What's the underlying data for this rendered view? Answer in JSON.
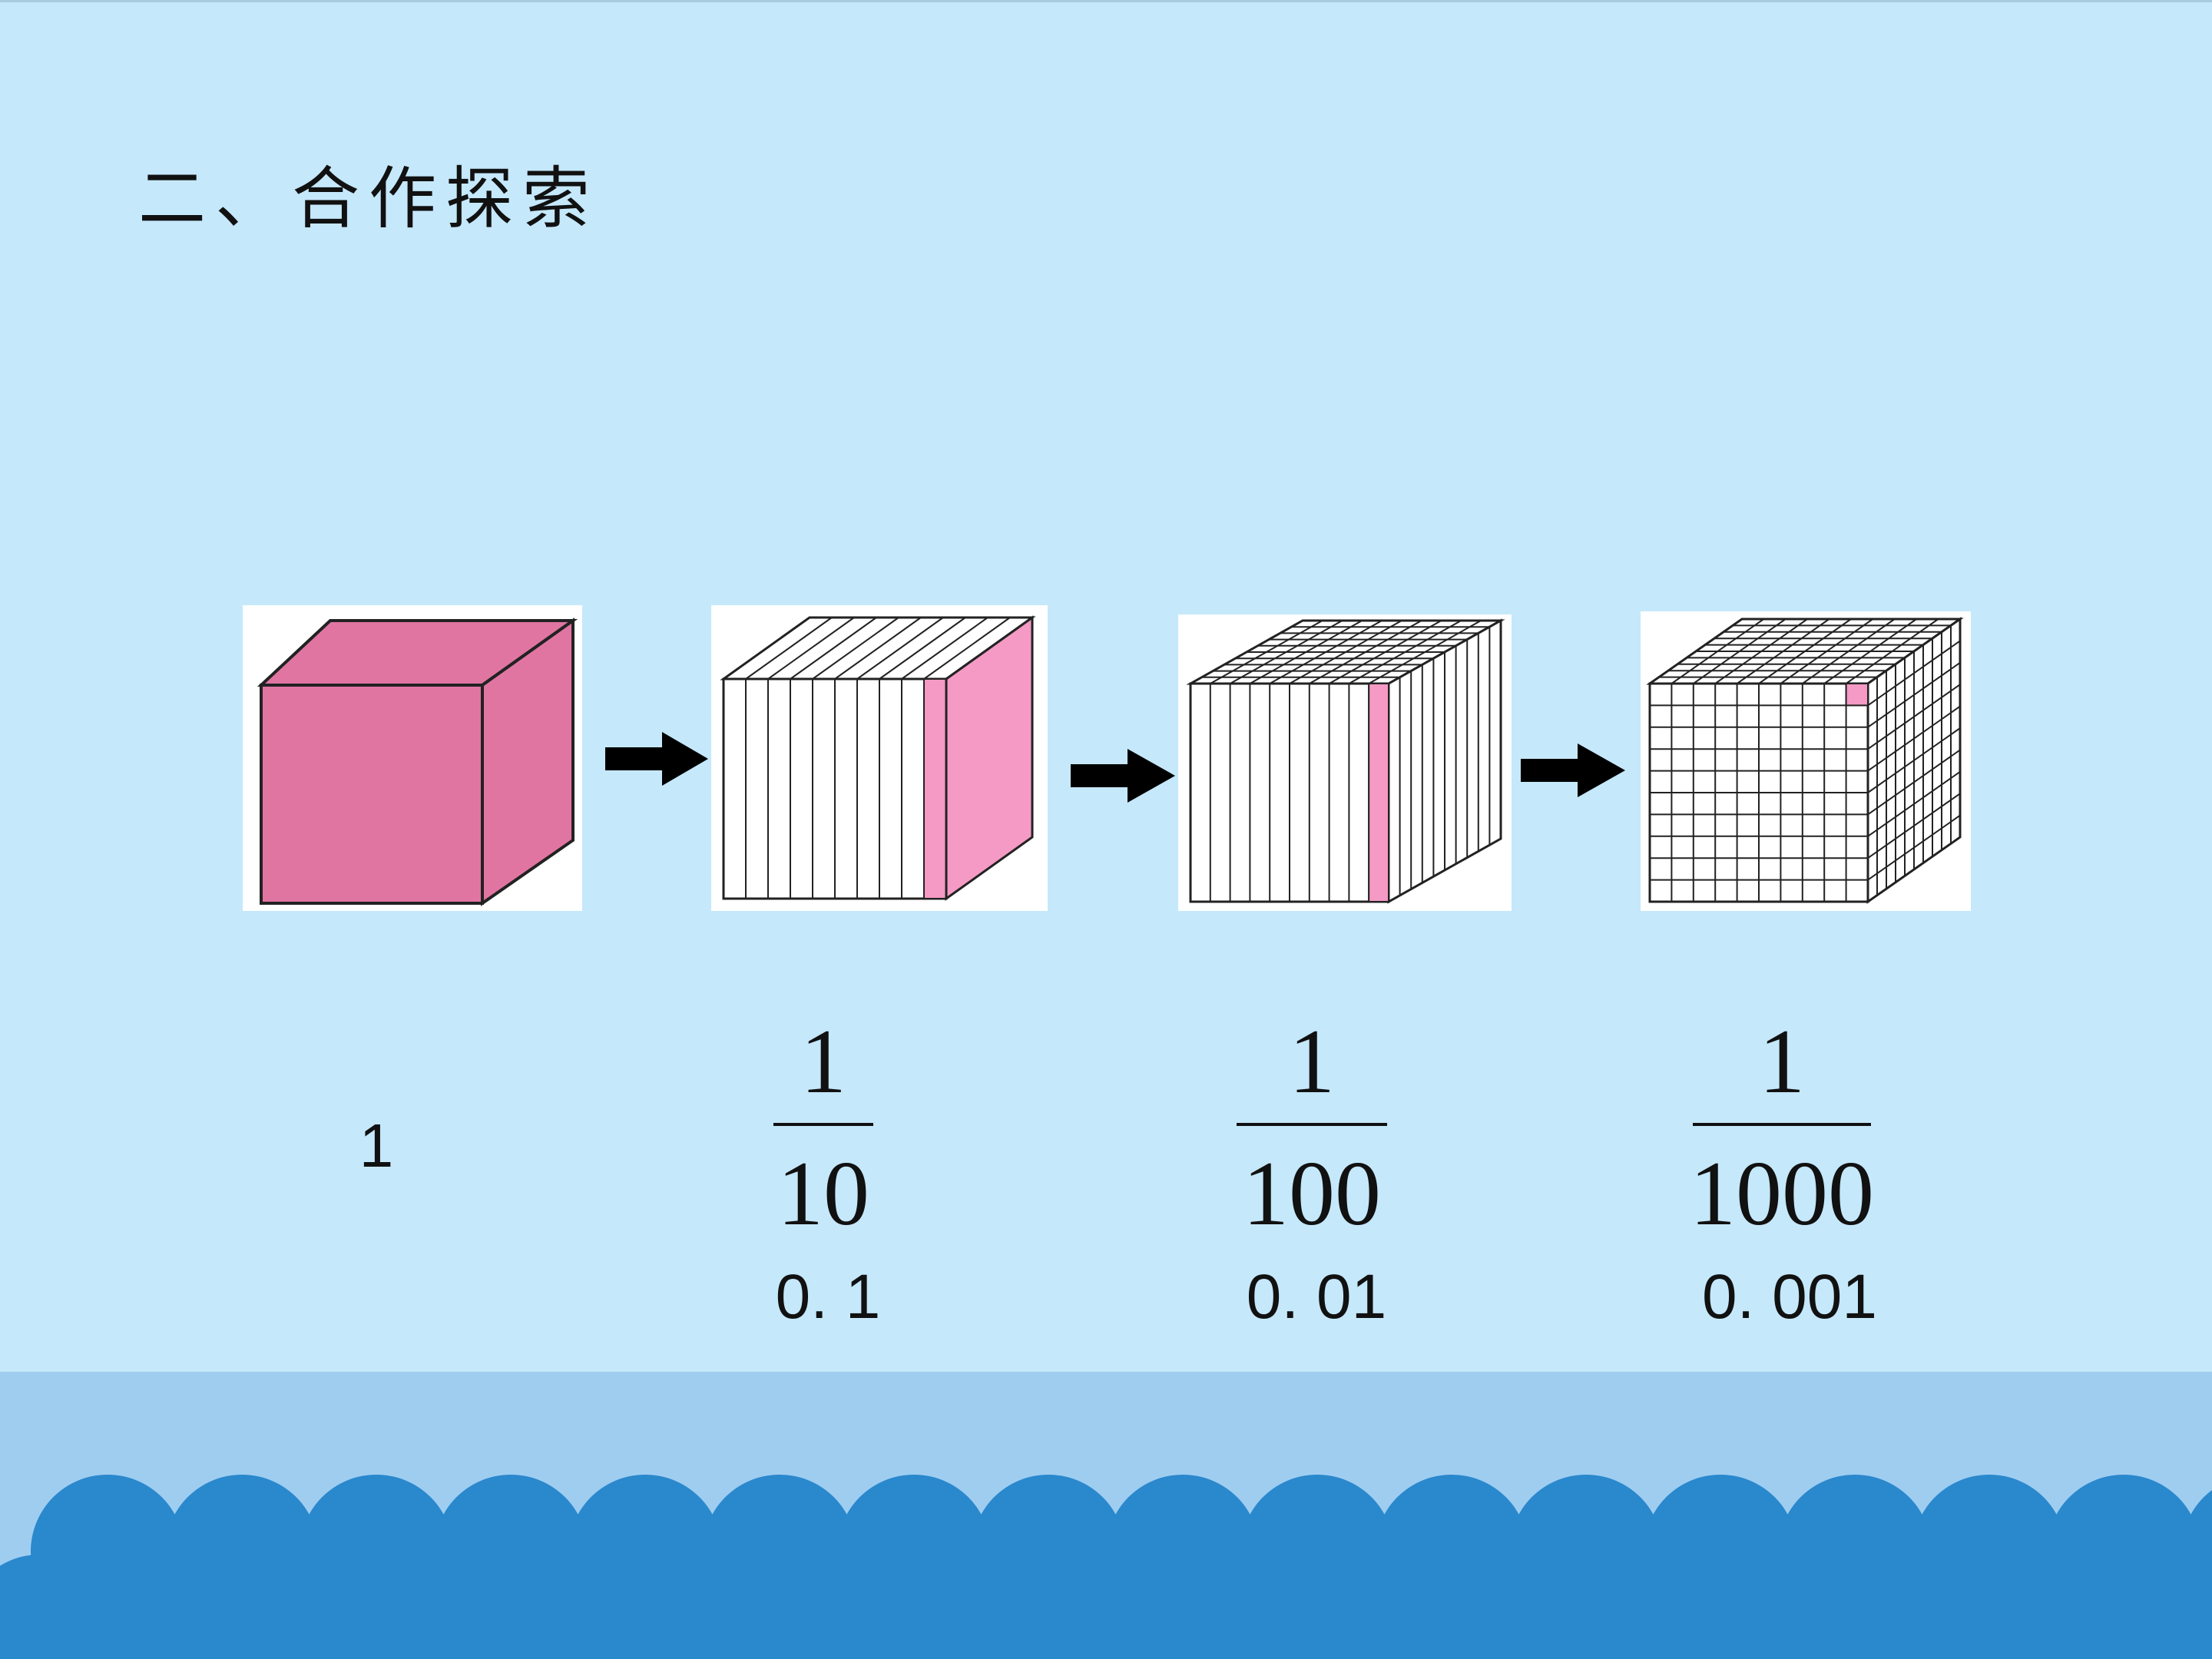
{
  "heading": "二、合作探索",
  "whole": {
    "label": "1"
  },
  "steps": [
    {
      "numerator": "1",
      "denominator": "10",
      "decimal": "0. 1"
    },
    {
      "numerator": "1",
      "denominator": "100",
      "decimal": "0. 01"
    },
    {
      "numerator": "1",
      "denominator": "1000",
      "decimal": "0. 001"
    }
  ],
  "colors": {
    "background": "#c5e8fb",
    "cube_pink": "#e175a2",
    "slice_pink": "#f49ac4",
    "arrow": "#000000",
    "wave_band": "#9fcdf0",
    "wave_blue": "#2a88cd"
  }
}
